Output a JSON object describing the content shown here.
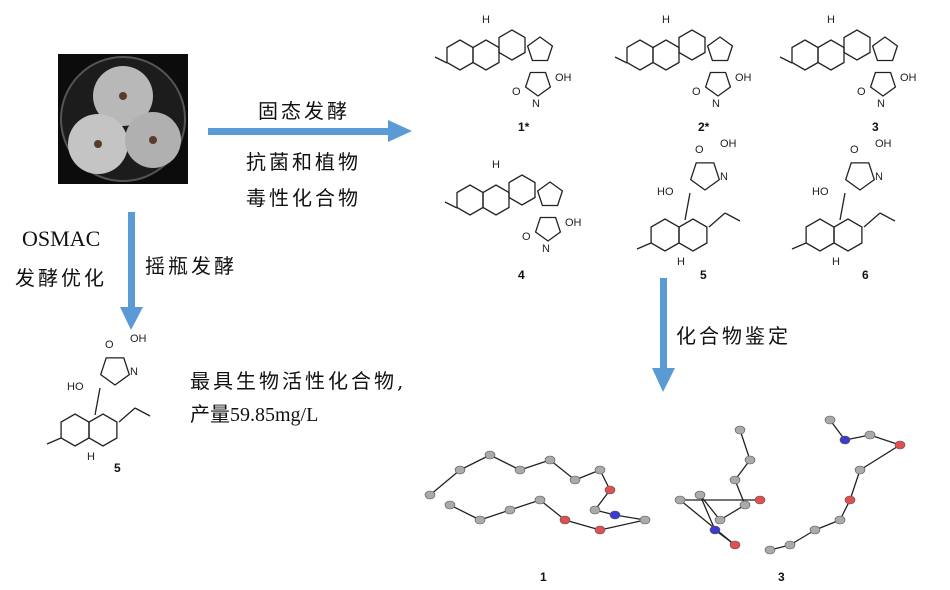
{
  "arrows": {
    "solid_state": {
      "line1": "固态发酵",
      "line2": "抗菌和植物",
      "line3": "毒性化合物"
    },
    "osmac": {
      "line1": "OSMAC",
      "line2": "发酵优化",
      "side": "摇瓶发酵"
    },
    "identify": "化合物鉴定"
  },
  "result": {
    "line1": "最具生物活性化合物,",
    "line2": "产量59.85mg/L"
  },
  "compounds": [
    {
      "label": "1*"
    },
    {
      "label": "2*"
    },
    {
      "label": "3"
    },
    {
      "label": "4"
    },
    {
      "label": "5"
    },
    {
      "label": "6"
    }
  ],
  "best_compound_label": "5",
  "atoms": {
    "oh": "OH",
    "ho": "HO",
    "n": "N",
    "o": "O",
    "h": "H"
  },
  "xray_labels": [
    "1",
    "3"
  ],
  "colors": {
    "arrow": "#5b9bd5",
    "oxygen": "#e05050",
    "nitrogen": "#3b3bd0"
  }
}
